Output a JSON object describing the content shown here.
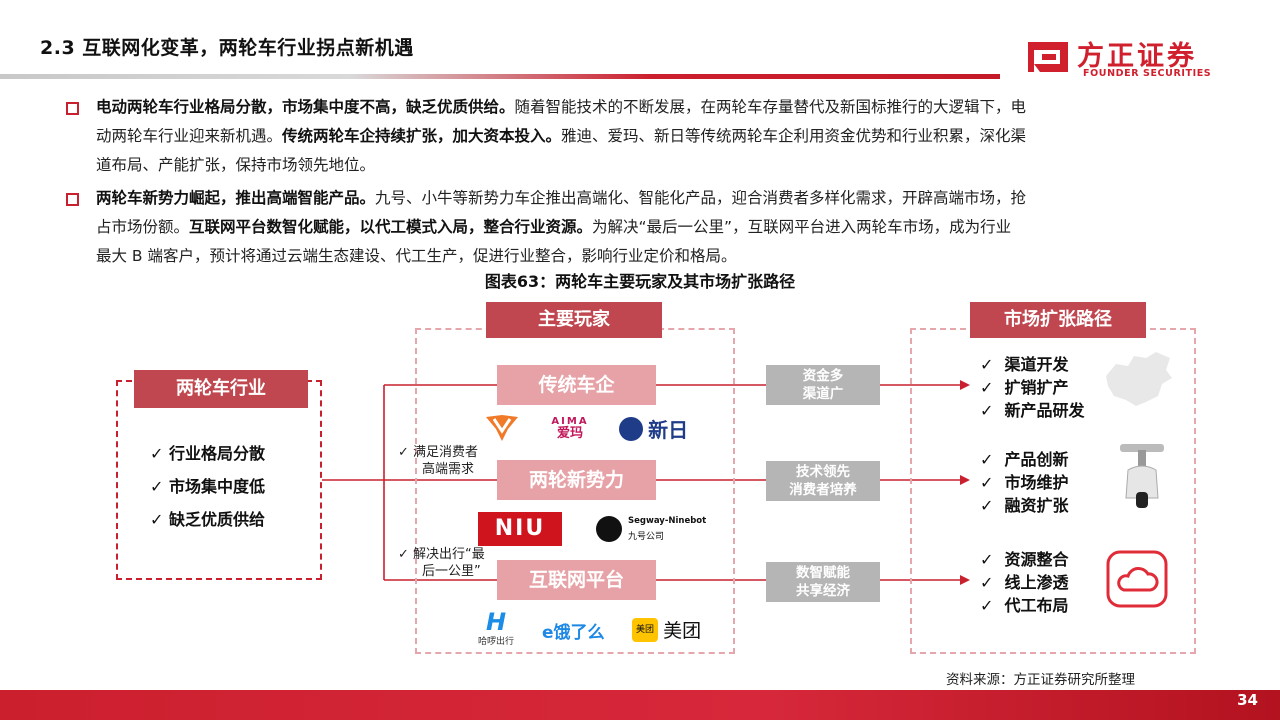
{
  "header": {
    "title": "2.3 互联网化变革，两轮车行业拐点新机遇",
    "logo_cn": "方正证券",
    "logo_en": "FOUNDER SECURITIES"
  },
  "bullets": [
    {
      "line1_bold": "电动两轮车行业格局分散，市场集中度不高，缺乏优质供给。",
      "line1_rest": "随着智能技术的不断发展，在两轮车存量替代及新国标推行的大逻辑下，电",
      "line2_pre": "动两轮车行业迎来新机遇。",
      "line2_bold": "传统两轮车企持续扩张，加大资本投入。",
      "line2_rest": "雅迪、爱玛、新日等传统两轮车企利用资金优势和行业积累，深化渠",
      "line3": "道布局、产能扩张，保持市场领先地位。"
    },
    {
      "line1_bold": "两轮车新势力崛起，推出高端智能产品。",
      "line1_rest": "九号、小牛等新势力车企推出高端化、智能化产品，迎合消费者多样化需求，开辟高端市场，抢",
      "line2_pre": "占市场份额。",
      "line2_bold": "互联网平台数智化赋能，以代工模式入局，整合行业资源。",
      "line2_rest": "为解决“最后一公里”，互联网平台进入两轮车市场，成为行业",
      "line3": "最大 B 端客户，预计将通过云端生态建设、代工生产，促进行业整合，影响行业定价和格局。"
    }
  ],
  "figure": {
    "title": "图表63：两轮车主要玩家及其市场扩张路径",
    "industry": {
      "heading": "两轮车行业",
      "items": [
        "行业格局分散",
        "市场集中度低",
        "缺乏优质供给"
      ]
    },
    "players_heading": "主要玩家",
    "paths_heading": "市场扩张路径",
    "rows": [
      {
        "name": "传统车企",
        "edge_label_1": "资金多",
        "edge_label_2": "渠道广",
        "paths": [
          "渠道开发",
          "扩销扩产",
          "新产品研发"
        ],
        "logos": [
          "雅迪",
          "AIMA",
          "爱玛",
          "新日"
        ]
      },
      {
        "name": "两轮新势力",
        "edge_label_1": "技术领先",
        "edge_label_2": "消费者培养",
        "paths": [
          "产品创新",
          "市场维护",
          "融资扩张"
        ],
        "logos": [
          "NIU",
          "Segway-Ninebot",
          "九号公司"
        ]
      },
      {
        "name": "互联网平台",
        "edge_label_1": "数智赋能",
        "edge_label_2": "共享经济",
        "paths": [
          "资源整合",
          "线上渗透",
          "代工布局"
        ],
        "logos": [
          "哈啰出行",
          "饿了么",
          "美团",
          "美团"
        ]
      }
    ],
    "branch_notes": [
      {
        "line1": "满足消费者",
        "line2": "高端需求"
      },
      {
        "line1": "解决出行“最",
        "line2": "后一公里”"
      }
    ],
    "check_mark": "✓",
    "source": "资料来源：方正证券研究所整理"
  },
  "footer": {
    "page": "34"
  },
  "colors": {
    "brand_red": "#c8202e",
    "header_red": "#c0474f",
    "row_pink": "#e6a2a6",
    "edge_grey": "#b5b5b5"
  }
}
